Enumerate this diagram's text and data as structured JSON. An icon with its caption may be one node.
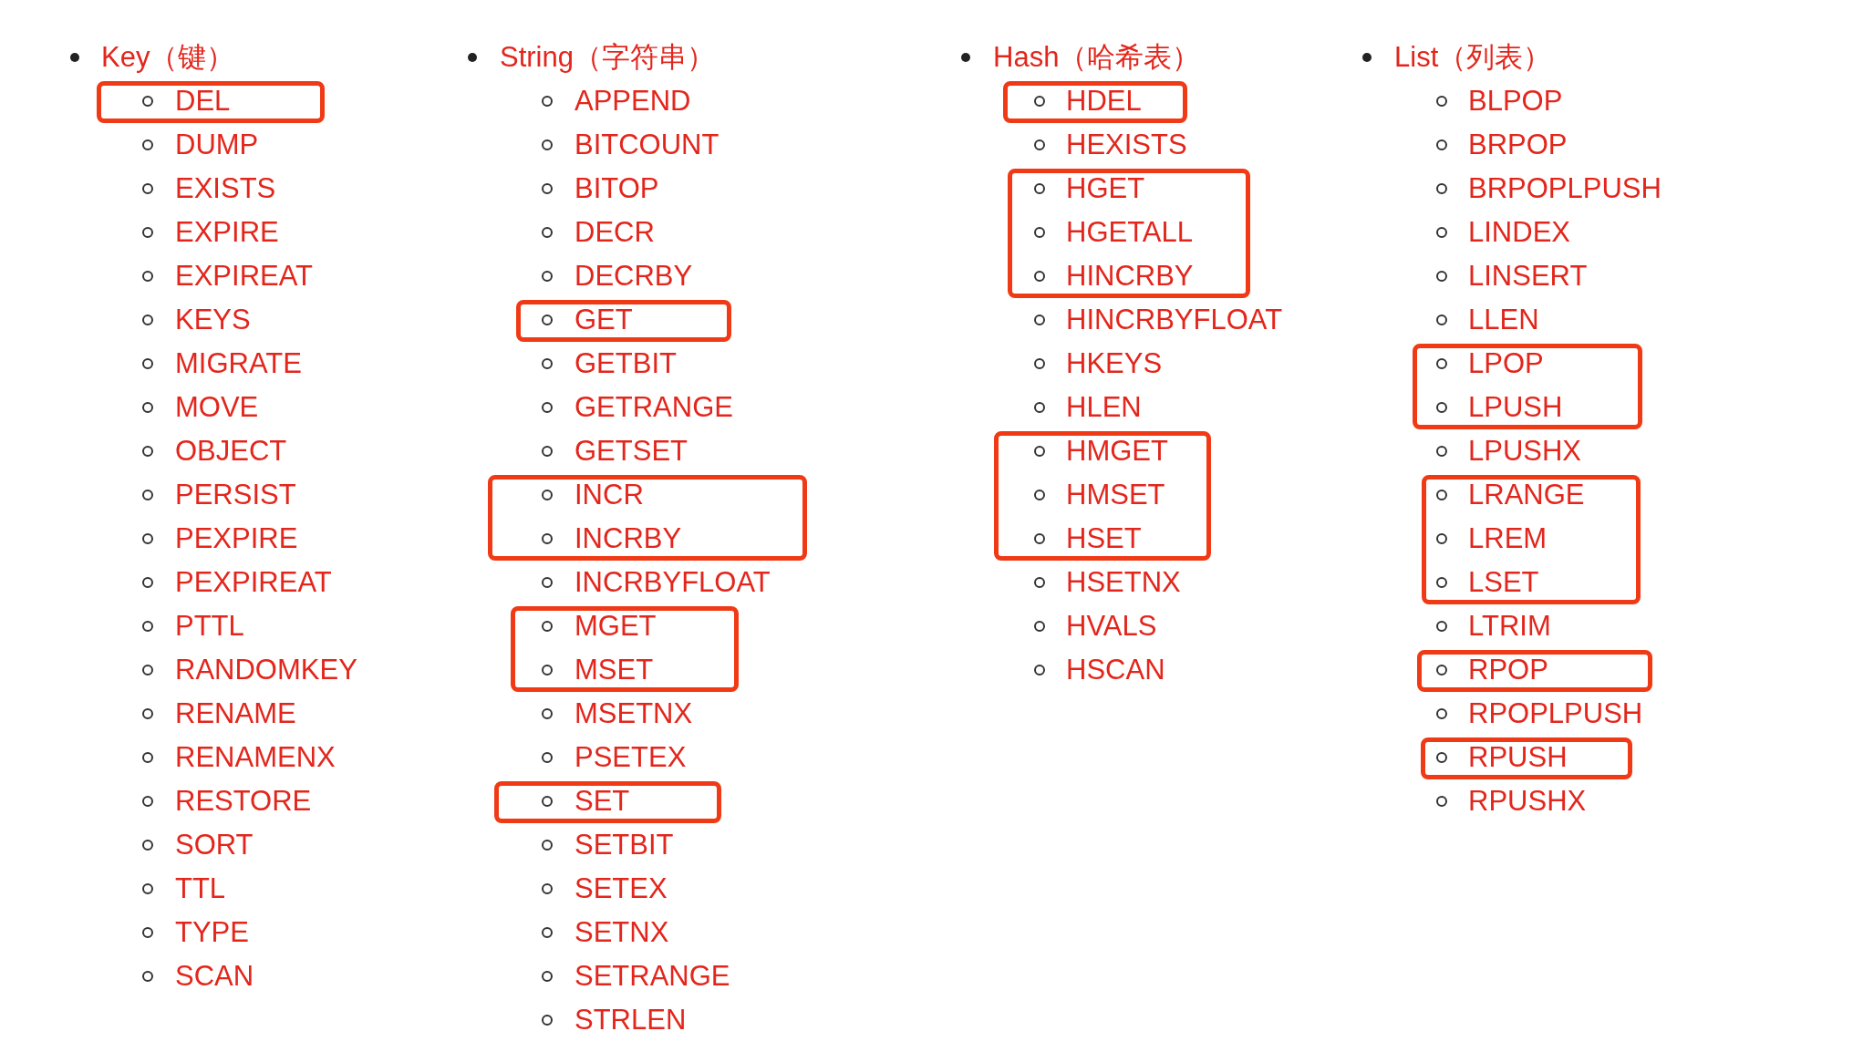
{
  "diagram": {
    "nodes": [
      {
        "text": [
          "DEL"
        ]
      },
      {
        "text": [
          "GET"
        ]
      },
      {
        "text": [
          "INCR",
          "INCRBY"
        ]
      },
      {
        "text": [
          "MGET",
          "MSET"
        ]
      },
      {
        "text": [
          "SET"
        ]
      },
      {
        "text": [
          "HDEL"
        ]
      },
      {
        "text": [
          "HGET",
          "HGETALL",
          "HINCRBY"
        ]
      },
      {
        "text": [
          "HMGET",
          "HMSET",
          "HSET"
        ]
      },
      {
        "text": [
          "LPOP",
          "LPUSH"
        ]
      },
      {
        "text": [
          "LRANGE",
          "LREM",
          "LSET"
        ]
      },
      {
        "text": [
          "RPOP"
        ]
      },
      {
        "text": [
          "RPUSH"
        ]
      }
    ],
    "labels": [
      "Key（键）",
      "DUMP",
      "EXISTS",
      "EXPIRE",
      "EXPIREAT",
      "KEYS",
      "MIGRATE",
      "MOVE",
      "OBJECT",
      "PERSIST",
      "PEXPIRE",
      "PEXPIREAT",
      "PTTL",
      "RANDOMKEY",
      "RENAME",
      "RENAMENX",
      "RESTORE",
      "SORT",
      "TTL",
      "TYPE",
      "SCAN",
      "String（字符串）",
      "APPEND",
      "BITCOUNT",
      "BITOP",
      "DECR",
      "DECRBY",
      "GETBIT",
      "GETRANGE",
      "GETSET",
      "INCRBYFLOAT",
      "MSETNX",
      "PSETEX",
      "SETBIT",
      "SETEX",
      "SETNX",
      "SETRANGE",
      "STRLEN",
      "Hash（哈希表）",
      "HEXISTS",
      "HINCRBYFLOAT",
      "HKEYS",
      "HLEN",
      "HSETNX",
      "HVALS",
      "HSCAN",
      "List（列表）",
      "BLPOP",
      "BRPOP",
      "BRPOPLPUSH",
      "LINDEX",
      "LINSERT",
      "LLEN",
      "LPUSHX",
      "LTRIM",
      "RPOPLPUSH",
      "RPUSHX"
    ]
  }
}
